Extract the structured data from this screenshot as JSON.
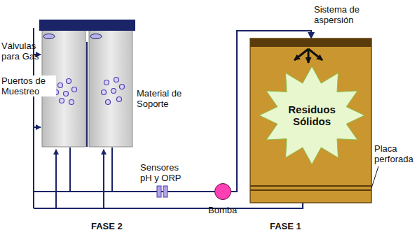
{
  "diagram": {
    "nodes": [
      {
        "text": [
          "FASE 1"
        ]
      },
      {
        "text": [
          "Residuos Sólidos"
        ],
        "in": 0
      },
      {
        "text": [
          "Bomba"
        ]
      }
    ],
    "edges": [
      {
        "from": 2,
        "to": 0,
        "arrow": "to"
      }
    ],
    "labels": [
      "Sistema de aspersión",
      "Válvulas para Gas",
      "Puertos de Muestreo",
      "Material de Soporte",
      "Sensores pH y ORP",
      "Placa perforada",
      "FASE 2"
    ]
  }
}
